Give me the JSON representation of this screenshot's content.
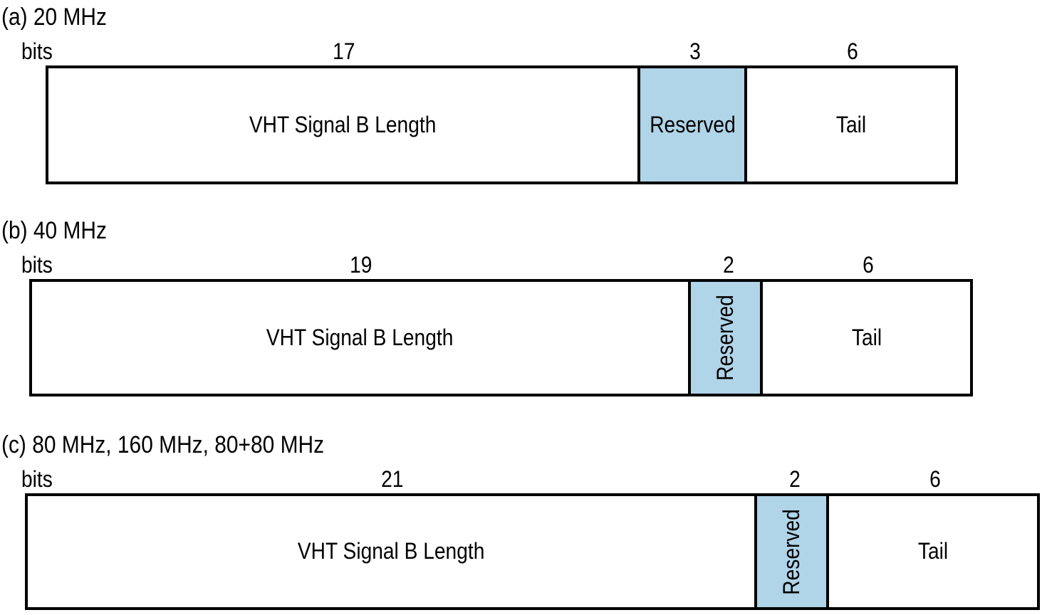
{
  "figure": {
    "panels": [
      {
        "title": "(a) 20 MHz",
        "bits_label": "bits",
        "fields": [
          {
            "label": "VHT Signal B Length",
            "bits": 17,
            "highlighted": false,
            "vertical_label": false
          },
          {
            "label": "Reserved",
            "bits": 3,
            "highlighted": true,
            "vertical_label": false
          },
          {
            "label": "Tail",
            "bits": 6,
            "highlighted": false,
            "vertical_label": false
          }
        ]
      },
      {
        "title": "(b) 40 MHz",
        "bits_label": "bits",
        "fields": [
          {
            "label": "VHT Signal B Length",
            "bits": 19,
            "highlighted": false,
            "vertical_label": false
          },
          {
            "label": "Reserved",
            "bits": 2,
            "highlighted": true,
            "vertical_label": true
          },
          {
            "label": "Tail",
            "bits": 6,
            "highlighted": false,
            "vertical_label": false
          }
        ]
      },
      {
        "title": "(c) 80 MHz, 160 MHz, 80+80 MHz",
        "bits_label": "bits",
        "fields": [
          {
            "label": "VHT Signal B Length",
            "bits": 21,
            "highlighted": false,
            "vertical_label": false
          },
          {
            "label": "Reserved",
            "bits": 2,
            "highlighted": true,
            "vertical_label": true
          },
          {
            "label": "Tail",
            "bits": 6,
            "highlighted": false,
            "vertical_label": false
          }
        ]
      }
    ],
    "colors": {
      "highlight_fill": "#B0D4E8",
      "border": "#000000",
      "text": "#000000",
      "background": "#FFFFFF"
    }
  }
}
